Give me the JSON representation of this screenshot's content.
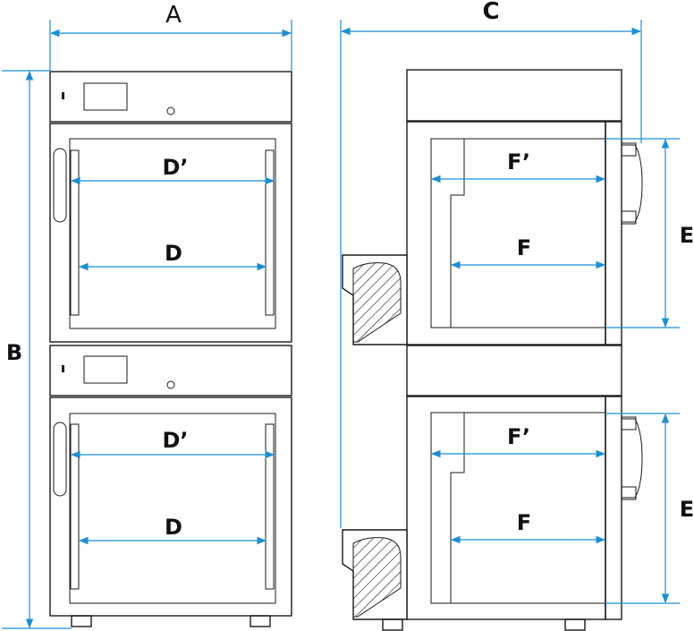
{
  "labels": {
    "A": "A",
    "B": "B",
    "C": "C",
    "D_prime": "D’",
    "D": "D",
    "E": "E",
    "F_prime": "F’",
    "F": "F"
  },
  "colors": {
    "dimension": "#1a8fd6",
    "outline": "#1a1a1a",
    "hatch": "#1a1a1a"
  },
  "icons": [
    "dimension-arrow",
    "hatch-pattern",
    "indicator-light"
  ]
}
